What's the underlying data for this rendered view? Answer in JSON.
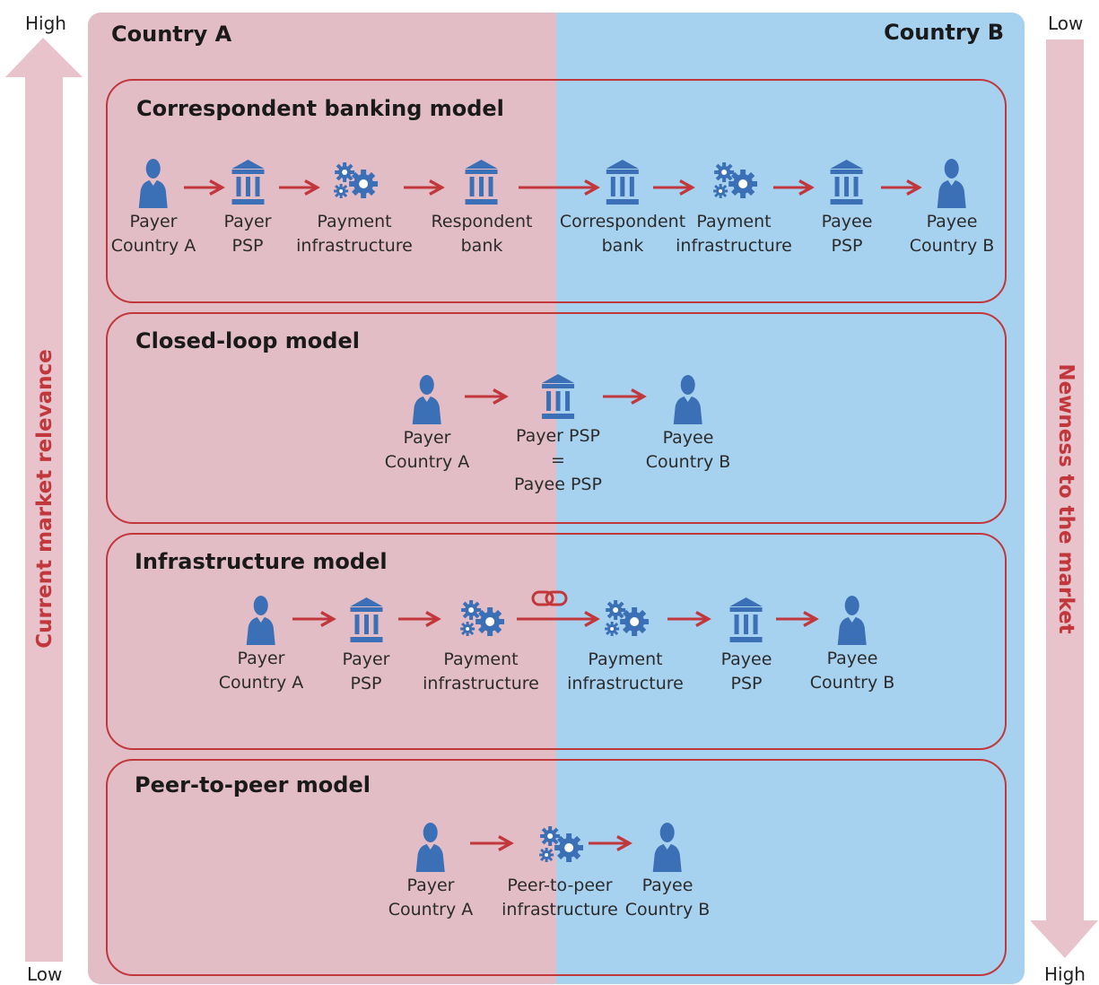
{
  "countries": {
    "a": "Country A",
    "b": "Country B"
  },
  "left_axis": {
    "top": "High",
    "bottom": "Low",
    "label": "Current market relevance"
  },
  "right_axis": {
    "top": "Low",
    "bottom": "High",
    "label": "Newness to the market"
  },
  "colors": {
    "country_a_bg": "#e2bdc6",
    "country_b_bg": "#a6d2f0",
    "accent_red": "#c2373b",
    "icon_blue": "#3b6fb6",
    "axis_pink": "#e8c3cc"
  },
  "models": [
    {
      "title": "Correspondent banking model",
      "nodes": [
        {
          "icon": "person-icon",
          "line1": "Payer",
          "line2": "Country A"
        },
        {
          "icon": "bank-icon",
          "line1": "Payer",
          "line2": "PSP"
        },
        {
          "icon": "gears-icon",
          "line1": "Payment",
          "line2": "infrastructure"
        },
        {
          "icon": "bank-icon",
          "line1": "Respondent",
          "line2": "bank"
        },
        {
          "icon": "bank-icon",
          "line1": "Correspondent",
          "line2": "bank"
        },
        {
          "icon": "gears-icon",
          "line1": "Payment",
          "line2": "infrastructure"
        },
        {
          "icon": "bank-icon",
          "line1": "Payee",
          "line2": "PSP"
        },
        {
          "icon": "person-icon",
          "line1": "Payee",
          "line2": "Country B"
        }
      ]
    },
    {
      "title": "Closed-loop model",
      "nodes": [
        {
          "icon": "person-icon",
          "line1": "Payer",
          "line2": "Country A"
        },
        {
          "icon": "bank-icon",
          "line1": "Payer PSP",
          "line2": "=",
          "line3": "Payee PSP"
        },
        {
          "icon": "person-icon",
          "line1": "Payee",
          "line2": "Country B"
        }
      ]
    },
    {
      "title": "Infrastructure model",
      "nodes": [
        {
          "icon": "person-icon",
          "line1": "Payer",
          "line2": "Country A"
        },
        {
          "icon": "bank-icon",
          "line1": "Payer",
          "line2": "PSP"
        },
        {
          "icon": "gears-icon",
          "line1": "Payment",
          "line2": "infrastructure"
        },
        {
          "icon": "gears-icon",
          "line1": "Payment",
          "line2": "infrastructure"
        },
        {
          "icon": "bank-icon",
          "line1": "Payee",
          "line2": "PSP"
        },
        {
          "icon": "person-icon",
          "line1": "Payee",
          "line2": "Country B"
        }
      ]
    },
    {
      "title": "Peer-to-peer model",
      "nodes": [
        {
          "icon": "person-icon",
          "line1": "Payer",
          "line2": "Country A"
        },
        {
          "icon": "gears-icon",
          "line1": "Peer-to-peer",
          "line2": "infrastructure"
        },
        {
          "icon": "person-icon",
          "line1": "Payee",
          "line2": "Country B"
        }
      ]
    }
  ]
}
